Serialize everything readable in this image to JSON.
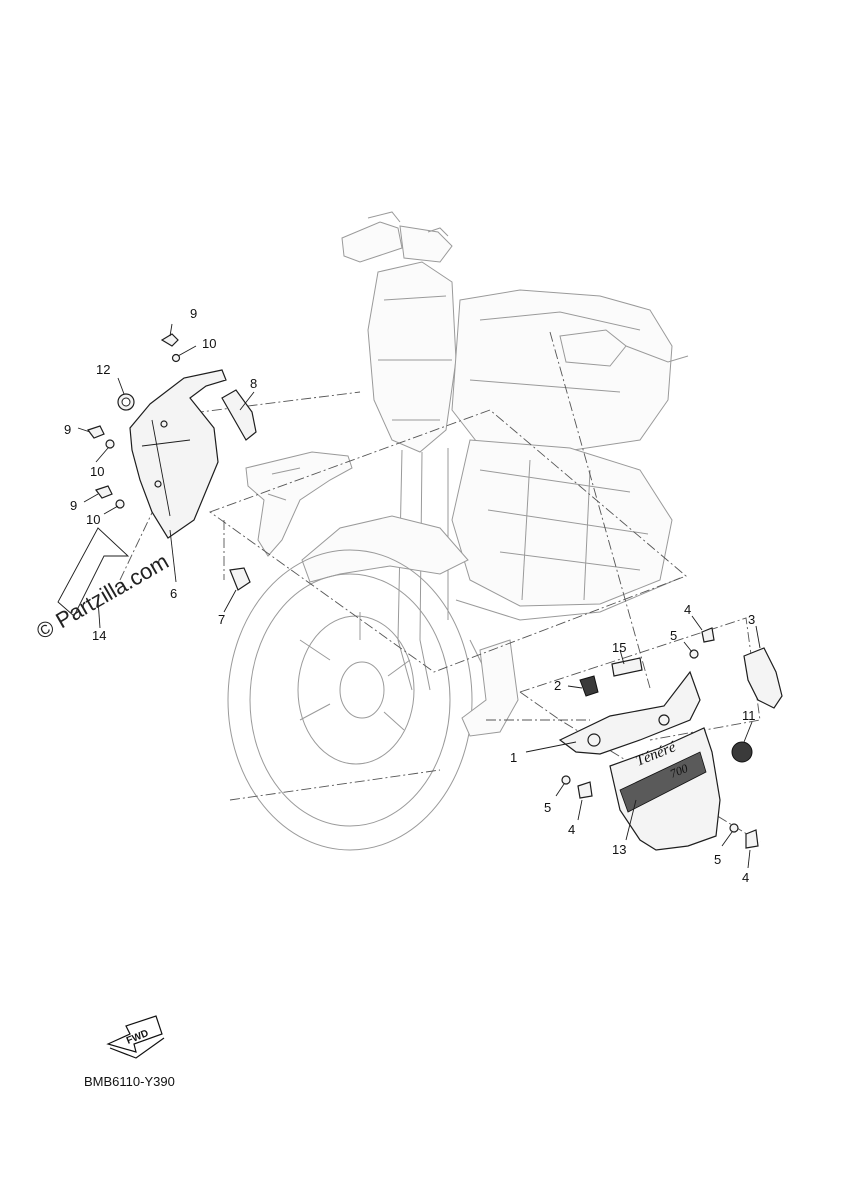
{
  "watermark": "© Partzilla.com",
  "diagram_code": "BMB6110-Y390",
  "fwd_label": "FWD",
  "decal_text_1": "Ténéré",
  "decal_text_2": "700",
  "callouts": [
    "1",
    "2",
    "3",
    "4",
    "4",
    "4",
    "5",
    "5",
    "5",
    "6",
    "7",
    "8",
    "9",
    "9",
    "9",
    "10",
    "10",
    "10",
    "11",
    "12",
    "13",
    "14",
    "15"
  ]
}
